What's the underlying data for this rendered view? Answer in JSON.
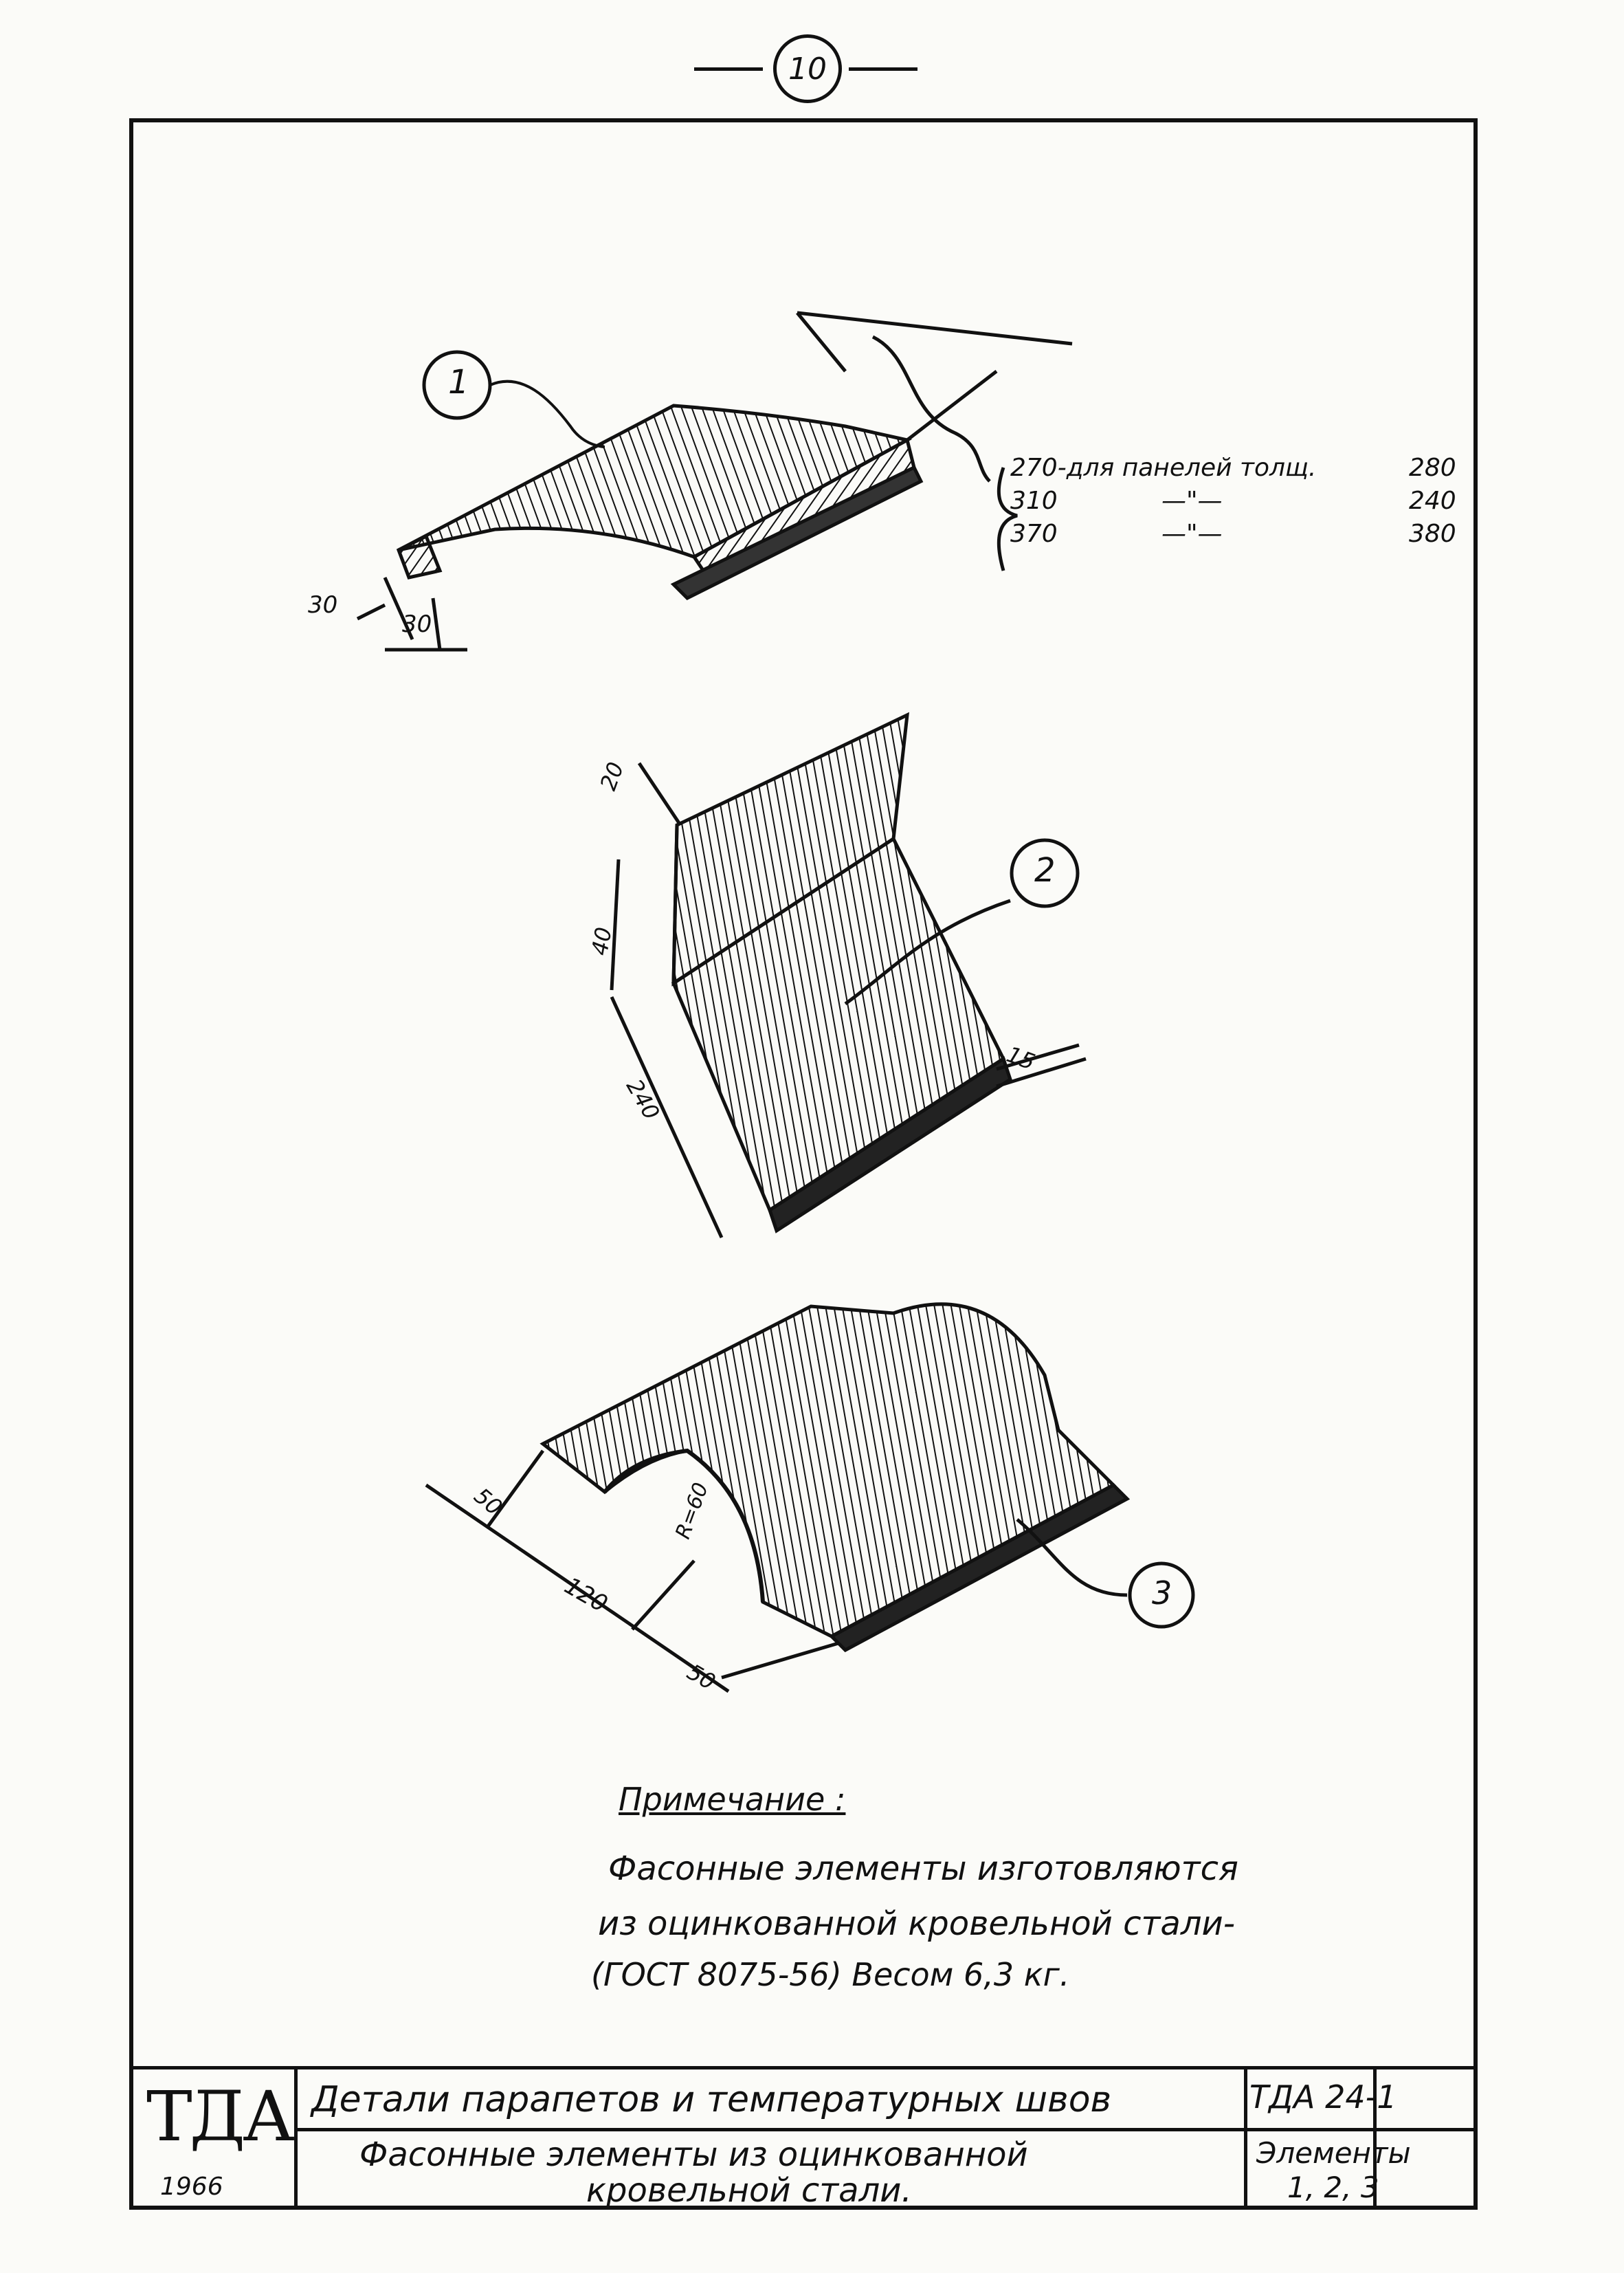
{
  "sheet_number": "10",
  "details": [
    {
      "callout": "1",
      "dim_a": "30",
      "dim_b": "30",
      "table": [
        {
          "width": "270",
          "desc": "-для панелей толщ.",
          "thickness": "280"
        },
        {
          "width": "310",
          "desc": "—\"—",
          "thickness": "240"
        },
        {
          "width": "370",
          "desc": "—\"—",
          "thickness": "380"
        }
      ]
    },
    {
      "callout": "2",
      "dim_top": "20",
      "dim_mid": "40",
      "dim_long": "240",
      "dim_end": "15"
    },
    {
      "callout": "3",
      "dim_left": "50",
      "dim_mid": "120",
      "dim_right": "50",
      "radius": "R=60"
    }
  ],
  "note": {
    "heading": "Примечание :",
    "lines": [
      "Фасонные элементы изготовляются",
      "из оцинкованной кровельной стали-",
      "(ГОСТ 8075-56) Весом 6,3 кг."
    ]
  },
  "title_block": {
    "org": "ТДА",
    "year": "1966",
    "title": "Детали парапетов и температурных швов",
    "subtitle_line1": "Фасонные элементы из оцинкованной",
    "subtitle_line2": "кровельной стали.",
    "code": "ТДА 24-1",
    "elements_label": "Элементы",
    "elements_value": "1, 2, 3"
  }
}
